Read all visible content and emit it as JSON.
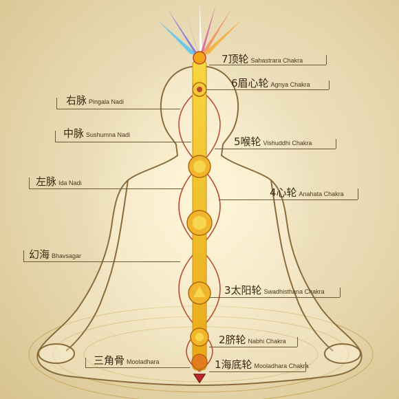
{
  "colors": {
    "background": "#ecdfba",
    "body_outline": "#8a6b3a",
    "central_channel": "#f0c419",
    "chakra_gold": "#e3a21a",
    "root_red": "#c0282a",
    "crown_petals": [
      "#6ec8e8",
      "#8a7fd6",
      "#d66fa0",
      "#f2b34a",
      "#ffffff"
    ]
  },
  "labels": {
    "crown": {
      "zh": "7顶轮",
      "en": "Sahastrara Chakra"
    },
    "brow": {
      "zh": "6眉心轮",
      "en": "Agnya Chakra"
    },
    "pingala": {
      "zh": "右脉",
      "en": "Pingala Nadi"
    },
    "sushumna": {
      "zh": "中脉",
      "en": "Sushumna Nadi"
    },
    "throat": {
      "zh": "5喉轮",
      "en": "Vishuddhi Chakra"
    },
    "ida": {
      "zh": "左脉",
      "en": "Ida Nadi"
    },
    "heart": {
      "zh": "4心轮",
      "en": "Anahata Chakra"
    },
    "bhavsagar": {
      "zh": "幻海",
      "en": "Bhavsagar"
    },
    "solar": {
      "zh": "3太阳轮",
      "en": "Swadhisthana Chakra"
    },
    "navel": {
      "zh": "2脐轮",
      "en": "Nabhi Chakra"
    },
    "mooladhara": {
      "zh": "三角骨",
      "en": "Mooladhara"
    },
    "root": {
      "zh": "1海底轮",
      "en": "Mooladhara Chakra"
    }
  }
}
